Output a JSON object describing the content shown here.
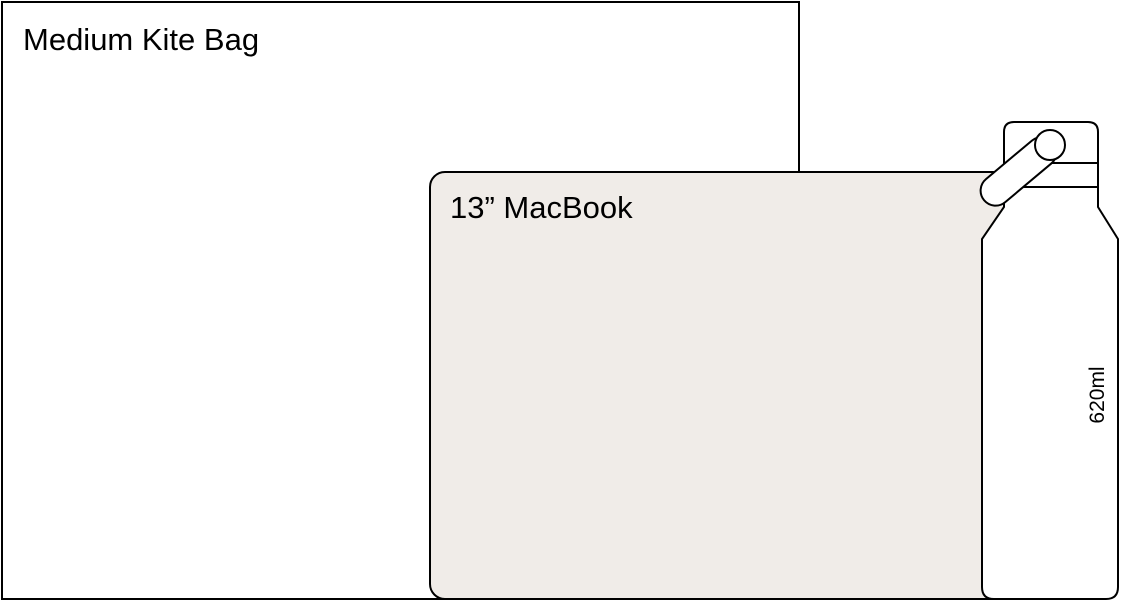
{
  "bag": {
    "label": "Medium Kite Bag",
    "background": "#ffffff"
  },
  "laptop": {
    "label": "13” MacBook",
    "background": "#f0ece8"
  },
  "bottle": {
    "label": "620ml",
    "background": "#ffffff"
  },
  "colors": {
    "outline": "#000000"
  }
}
